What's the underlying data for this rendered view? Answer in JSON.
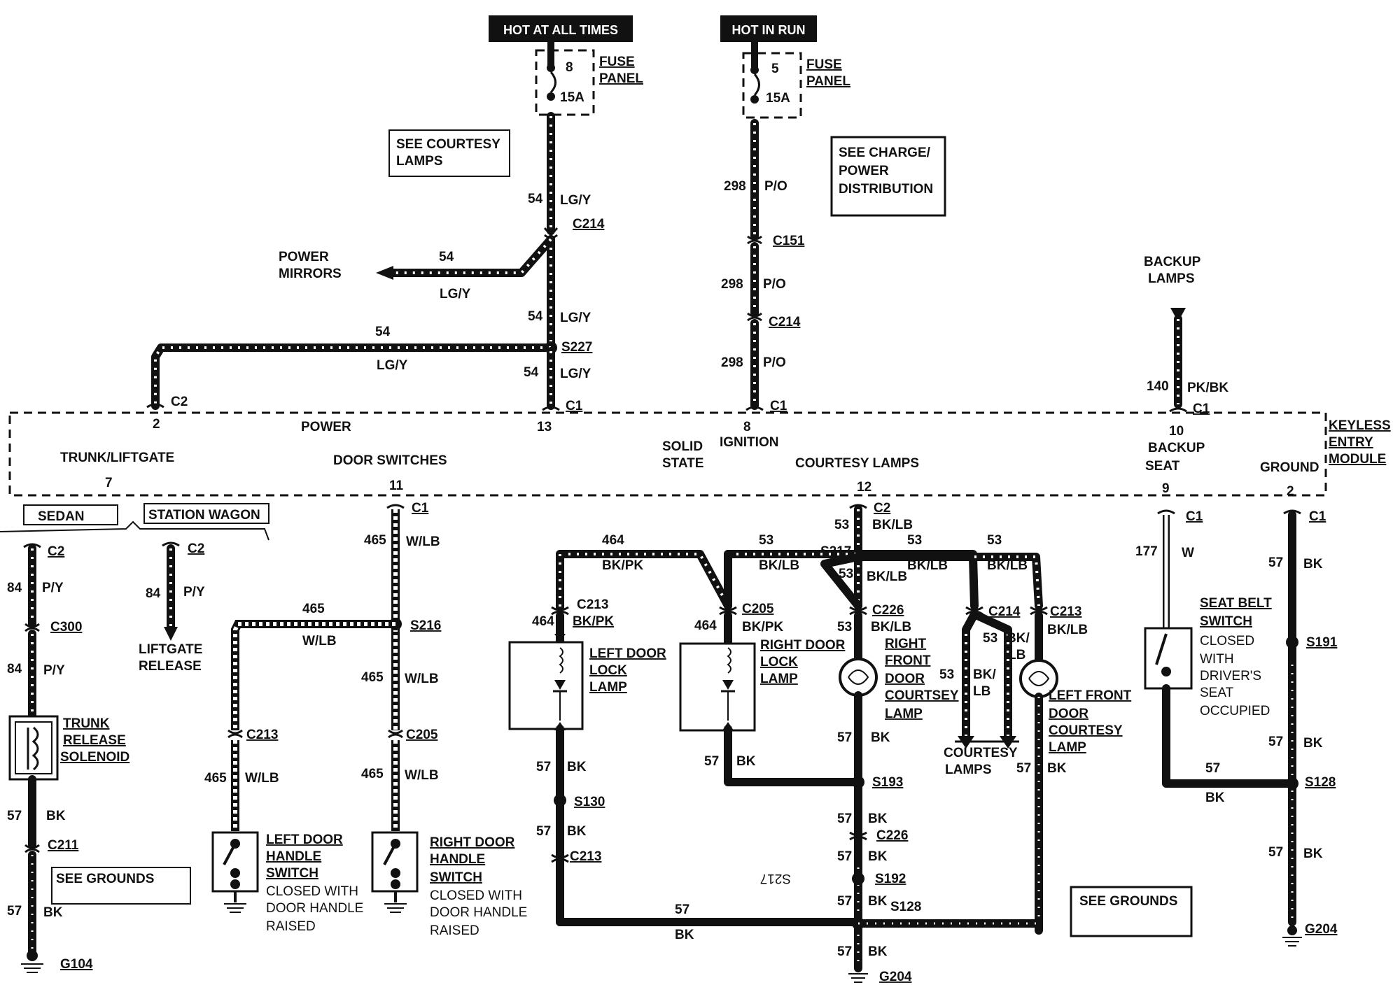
{
  "header": {
    "hot_at_all_times": "HOT AT ALL TIMES",
    "hot_in_run": "HOT IN RUN"
  },
  "fuses": {
    "fuse8": {
      "number": "8",
      "rating": "15A",
      "label1": "FUSE",
      "label2": "PANEL"
    },
    "fuse5": {
      "number": "5",
      "rating": "15A",
      "label1": "FUSE",
      "label2": "PANEL"
    }
  },
  "notes": {
    "see_courtesy_1": "SEE COURTESY",
    "see_courtesy_2": "LAMPS",
    "see_charge_1": "SEE CHARGE/",
    "see_charge_2": "POWER",
    "see_charge_3": "DISTRIBUTION",
    "see_grounds_left": "SEE GROUNDS",
    "see_grounds_right": "SEE GROUNDS"
  },
  "wires": {
    "c54": "54",
    "lgy": "LG/Y",
    "c298": "298",
    "po": "P/O",
    "c140": "140",
    "pkbk": "PK/BK",
    "c84": "84",
    "py": "P/Y",
    "c465": "465",
    "wlb": "W/LB",
    "c464": "464",
    "bkpk": "BK/PK",
    "c53": "53",
    "bklb": "BK/LB",
    "bklb_a": "BK/",
    "bklb_b": "LB",
    "c57": "57",
    "bk": "BK",
    "c177": "177",
    "w": "W"
  },
  "connectors": {
    "c214": "C214",
    "c151": "C151",
    "c1": "C1",
    "c2": "C2",
    "c300": "C300",
    "c211": "C211",
    "c213": "C213",
    "c205": "C205",
    "c226": "C226",
    "s227": "S227",
    "s216": "S216",
    "s217": "S217",
    "s217_rot": "S217",
    "s193": "S193",
    "s192": "S192",
    "s128": "S128",
    "s130": "S130",
    "s191": "S191",
    "g104": "G104",
    "g204": "G204"
  },
  "module": {
    "name1": "KEYLESS",
    "name2": "ENTRY",
    "name3": "MODULE",
    "pin2": "2",
    "pin13": "13",
    "pin8": "8",
    "pin10": "10",
    "pin7": "7",
    "pin11": "11",
    "pin12": "12",
    "pin9": "9",
    "pin2b": "2",
    "power": "POWER",
    "ignition": "IGNITION",
    "backup": "BACKUP",
    "trunk": "TRUNK/LIFTGATE",
    "door_switches": "DOOR SWITCHES",
    "solid": "SOLID",
    "state": "STATE",
    "courtesy": "COURTESY LAMPS",
    "seat": "SEAT",
    "ground": "GROUND"
  },
  "components": {
    "power_mirrors_1": "POWER",
    "power_mirrors_2": "MIRRORS",
    "backup_lamps_1": "BACKUP",
    "backup_lamps_2": "LAMPS",
    "sedan": "SEDAN",
    "station_wagon": "STATION WAGON",
    "liftgate_1": "LIFTGATE",
    "liftgate_2": "RELEASE",
    "trunk_1": "TRUNK",
    "trunk_2": "RELEASE",
    "trunk_3": "SOLENOID",
    "ldh_1": "LEFT DOOR",
    "ldh_2": "HANDLE",
    "ldh_3": "SWITCH",
    "ldh_4": "CLOSED WITH",
    "ldh_5": "DOOR HANDLE",
    "ldh_6": "RAISED",
    "rdh_1": "RIGHT DOOR",
    "rdh_2": "HANDLE",
    "rdh_3": "SWITCH",
    "rdh_4": "CLOSED WITH",
    "rdh_5": "DOOR HANDLE",
    "rdh_6": "RAISED",
    "ldl_1": "LEFT DOOR",
    "ldl_2": "LOCK",
    "ldl_3": "LAMP",
    "rdl_1": "RIGHT DOOR",
    "rdl_2": "LOCK",
    "rdl_3": "LAMP",
    "rfd_1": "RIGHT",
    "rfd_2": "FRONT",
    "rfd_3": "DOOR",
    "rfd_4": "COURTSEY",
    "rfd_5": "LAMP",
    "lfd_1": "LEFT FRONT",
    "lfd_2": "DOOR",
    "lfd_3": "COURTESY",
    "lfd_4": "LAMP",
    "courtesy_1": "COURTESY",
    "courtesy_2": "LAMPS",
    "sb_1": "SEAT BELT",
    "sb_2": "SWITCH",
    "sb_3": "CLOSED",
    "sb_4": "WITH",
    "sb_5": "DRIVER'S",
    "sb_6": "SEAT",
    "sb_7": "OCCUPIED"
  }
}
